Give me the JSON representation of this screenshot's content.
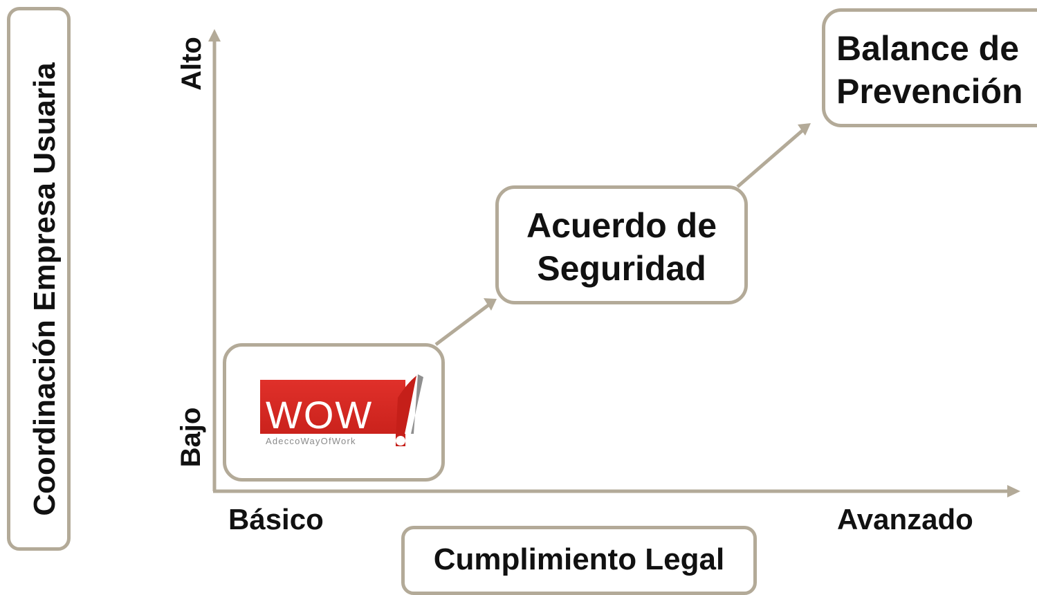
{
  "y_axis": {
    "title": "Coordinación Empresa Usuaria",
    "high_label": "Alto",
    "low_label": "Bajo"
  },
  "x_axis": {
    "title": "Cumplimiento Legal",
    "low_label": "Básico",
    "high_label": "Avanzado"
  },
  "steps": [
    {
      "logo": {
        "main": "WOW",
        "subtitle": "AdeccoWayOfWork"
      }
    },
    {
      "label": "Acuerdo de Seguridad"
    },
    {
      "label": "Balance de Prevención"
    }
  ],
  "colors": {
    "axis": "#b3aa98",
    "border": "#b3aa98",
    "logo_red": "#d7261e",
    "text": "#111111"
  }
}
